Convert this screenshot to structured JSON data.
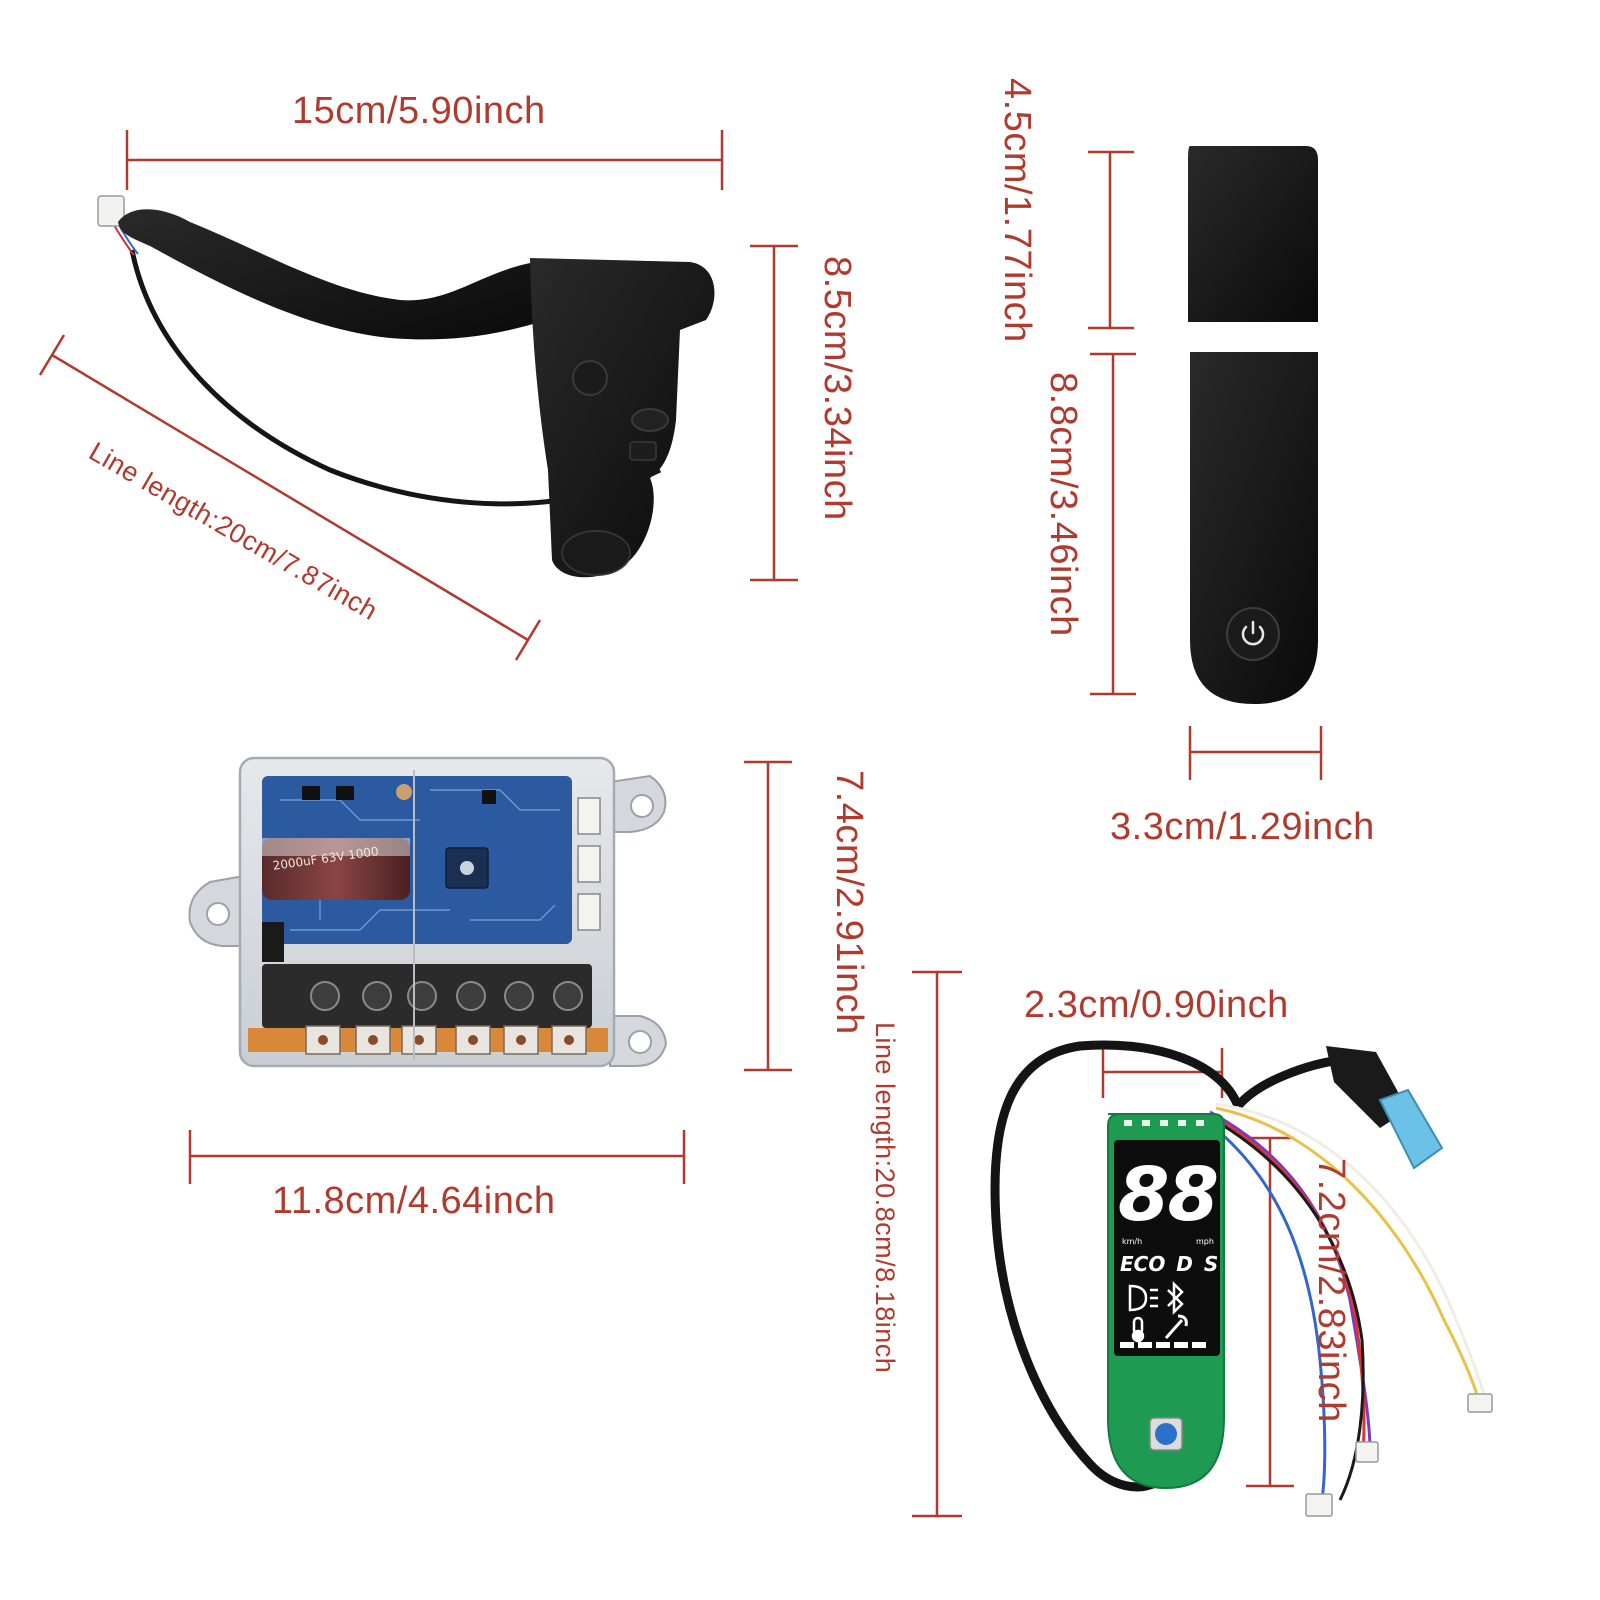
{
  "colors": {
    "dimension": "#b03a2e",
    "black_plastic": "#111111",
    "pcb_green": "#1f9a53",
    "pcb_blue": "#2c5aa0",
    "connector_blue": "#6bc2e6"
  },
  "brake_lever": {
    "width_label": "15cm/5.90inch",
    "height_label": "8.5cm/3.34inch",
    "line_label": "Line length:20cm/7.87inch"
  },
  "dashboard_cover": {
    "top_height_label": "4.5cm/1.77inch",
    "bottom_height_label": "8.8cm/3.46inch",
    "width_label": "3.3cm/1.29inch",
    "button_icon": "power-icon"
  },
  "controller": {
    "height_label": "7.4cm/2.91inch",
    "width_label": "11.8cm/4.64inch",
    "capacitor_text": "2000uF 63V 1000"
  },
  "display_board": {
    "width_label": "2.3cm/0.90inch",
    "height_label": "7.2cm/2.83inch",
    "line_label": "Line length:20.8cm/8.18inch",
    "digits": "88",
    "unit_left": "km/h",
    "unit_right": "mph",
    "modes": "ECO D S",
    "icons": [
      "headlight-icon",
      "bluetooth-icon",
      "thermometer-icon",
      "wrench-icon"
    ]
  }
}
